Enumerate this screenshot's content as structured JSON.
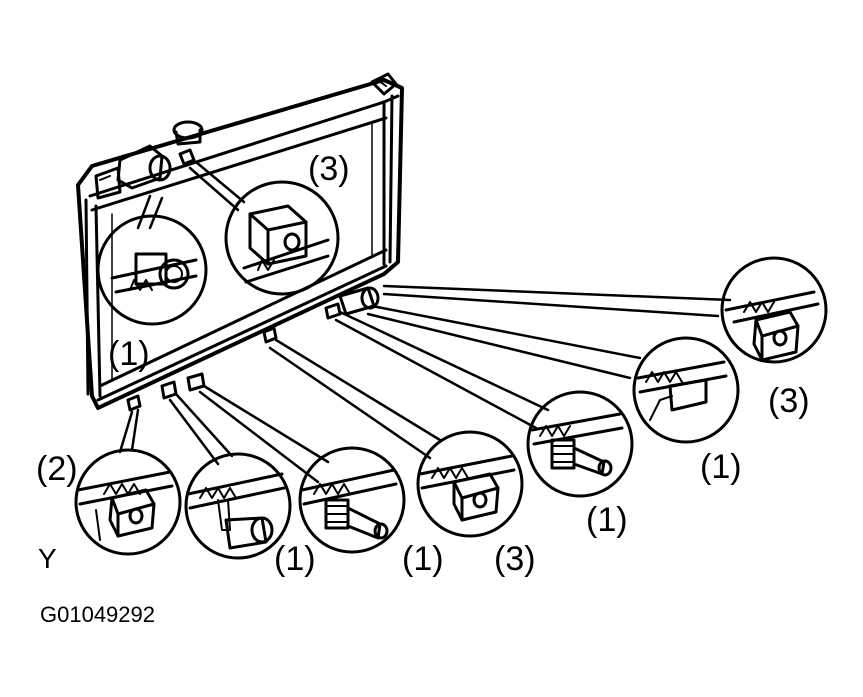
{
  "labels": {
    "upper_left_detail": "(1)",
    "upper_right_detail": "(3)",
    "far_right_detail": "(3)",
    "right_detail_2": "(1)",
    "right_detail_3": "(1)",
    "bottom_detail_3": "(3)",
    "bottom_detail_4": "(1)",
    "bottom_detail_5": "(1)",
    "left_bottom_detail": "(2)",
    "view_marker": "Y"
  },
  "figure_code": "G01049292",
  "colors": {
    "line": "#000000",
    "background": "#ffffff"
  }
}
